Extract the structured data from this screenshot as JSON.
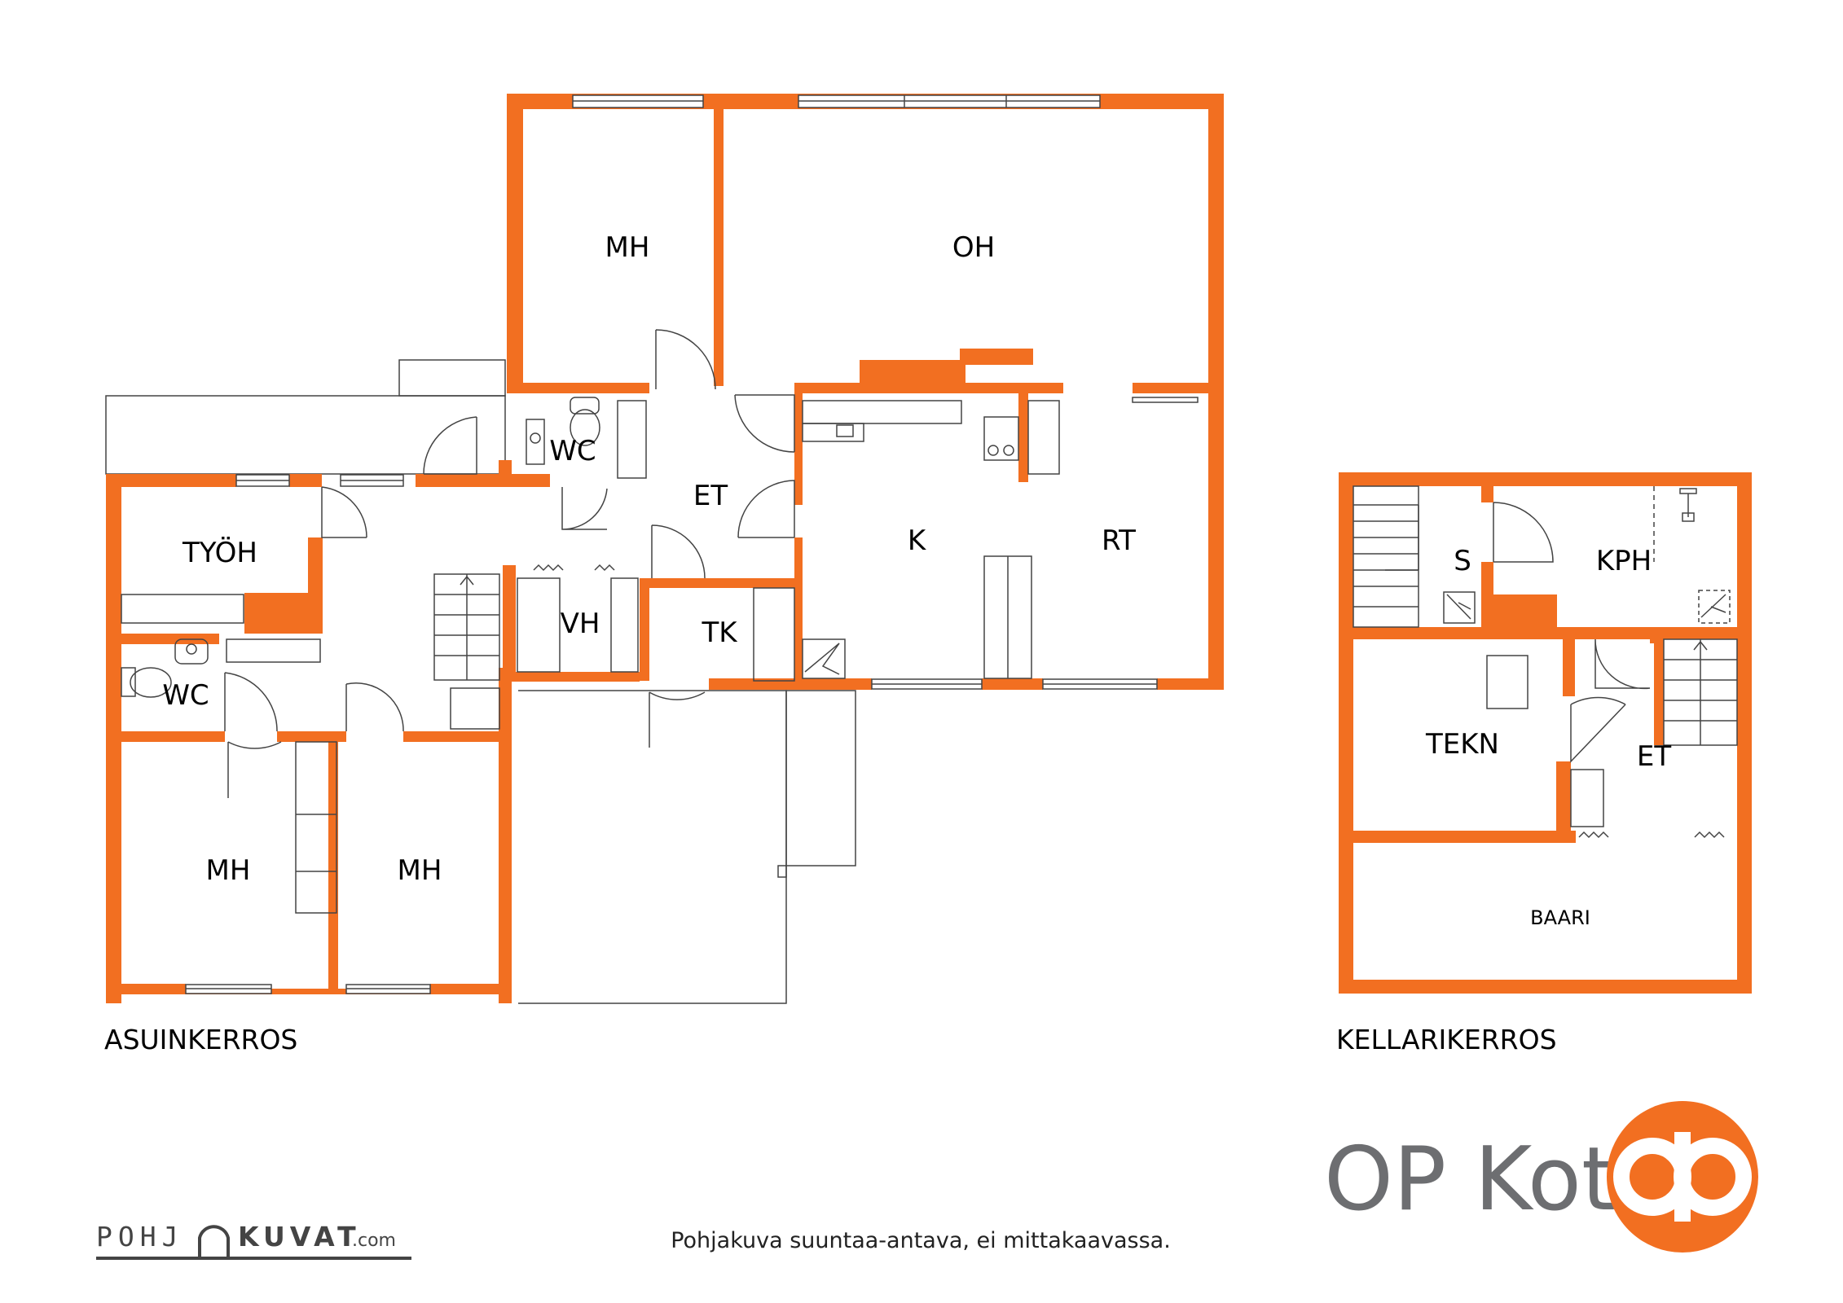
{
  "colors": {
    "wall": "#f26f21",
    "line": "#444444",
    "brand_gray": "#6d6e71"
  },
  "floors": {
    "main": {
      "name": "ASUINKERROS",
      "rooms": {
        "mh1": "MH",
        "oh": "OH",
        "wc1": "WC",
        "et": "ET",
        "tyoh": "TYÖH",
        "k": "K",
        "rt": "RT",
        "vh": "VH",
        "tk": "TK",
        "wc2": "WC",
        "mh2": "MH",
        "mh3": "MH"
      }
    },
    "basement": {
      "name": "KELLARIKERROS",
      "rooms": {
        "s": "S",
        "kph": "KPH",
        "tekn": "TEKN",
        "et": "ET",
        "baari": "BAARI"
      }
    }
  },
  "footer": {
    "disclaimer": "Pohjakuva suuntaa-antava, ei mittakaavassa.",
    "credit_left": "POHJ",
    "credit_right": "KUVAT",
    "credit_suffix": ".com"
  },
  "brand": {
    "name": "OP Koti",
    "logo_icon": "op-logo-icon"
  }
}
